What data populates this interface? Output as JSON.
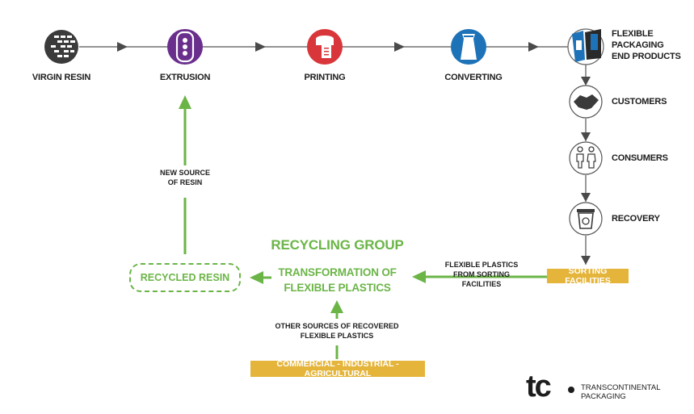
{
  "stages": {
    "virgin_resin": "VIRGIN RESIN",
    "extrusion": "EXTRUSION",
    "printing": "PRINTING",
    "converting": "CONVERTING",
    "end_products": [
      "FLEXIBLE",
      "PACKAGING",
      "END PRODUCTS"
    ]
  },
  "chain": {
    "customers": "CUSTOMERS",
    "consumers": "CONSUMERS",
    "recovery": "RECOVERY",
    "sorting": "SORTING FACILITIES"
  },
  "recycling": {
    "group_title": "RECYCLING GROUP",
    "transformation_line1": "TRANSFORMATION OF",
    "transformation_line2": "FLEXIBLE PLASTICS",
    "recycled_resin": "RECYCLED RESIN",
    "from_sorting": [
      "FLEXIBLE PLASTICS",
      "FROM SORTING",
      "FACILITIES"
    ],
    "new_source": [
      "NEW SOURCE",
      "OF RESIN"
    ],
    "other_sources": [
      "OTHER SOURCES OF RECOVERED",
      "FLEXIBLE PLASTICS"
    ],
    "commercial": "COMMERCIAL - INDUSTRIAL - AGRICULTURAL"
  },
  "brand": {
    "logo_text": "tc",
    "name_line1": "TRANSCONTINENTAL",
    "name_line2": "PACKAGING"
  },
  "colors": {
    "green": "#6bb547",
    "gold": "#e5b53b",
    "dark": "#3d3d3d",
    "purple": "#6a2e8c",
    "red": "#d8363a",
    "blue": "#1e73b8"
  },
  "icons": {
    "virgin_resin": "resin-pellets-icon",
    "extrusion": "extrusion-icon",
    "printing": "printing-press-icon",
    "converting": "pouch-icon",
    "end_products": "packages-icon",
    "customers": "handshake-icon",
    "consumers": "people-icon",
    "recovery": "recycling-bin-icon"
  }
}
